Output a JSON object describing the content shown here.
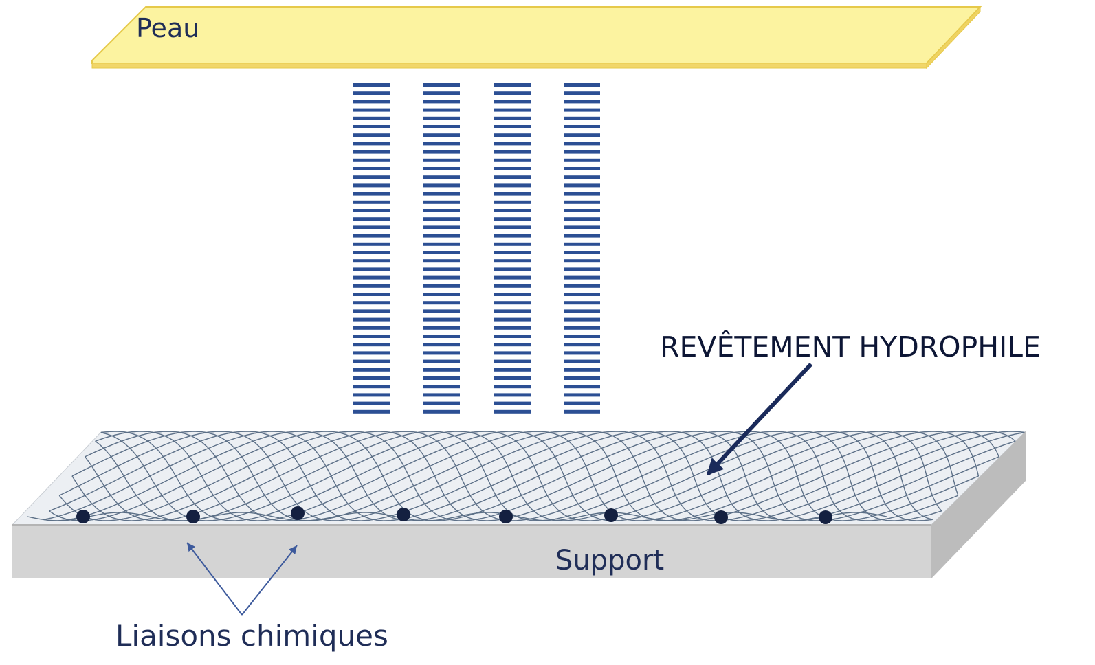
{
  "labels": {
    "skin": "Peau",
    "coating": "REVÊTEMENT HYDROPHILE",
    "support": "Support",
    "bonds": "Liaisons chimiques"
  },
  "colors": {
    "skin_fill": "#fcf3a0",
    "skin_edge": "#e6c94a",
    "stripes": "#2c4f94",
    "mesh": "#5b6f86",
    "coating_fill": "#e9edf2",
    "support_front": "#d4d4d4",
    "support_side": "#bcbcbc",
    "support_top": "#e2e2e2",
    "bond_dot": "#142040",
    "arrow": "#1a2a5a"
  },
  "icons": {
    "stripe_columns": "hydrophilic-chain-columns",
    "mesh": "crosslinked-mesh",
    "bond": "bond-dot"
  }
}
